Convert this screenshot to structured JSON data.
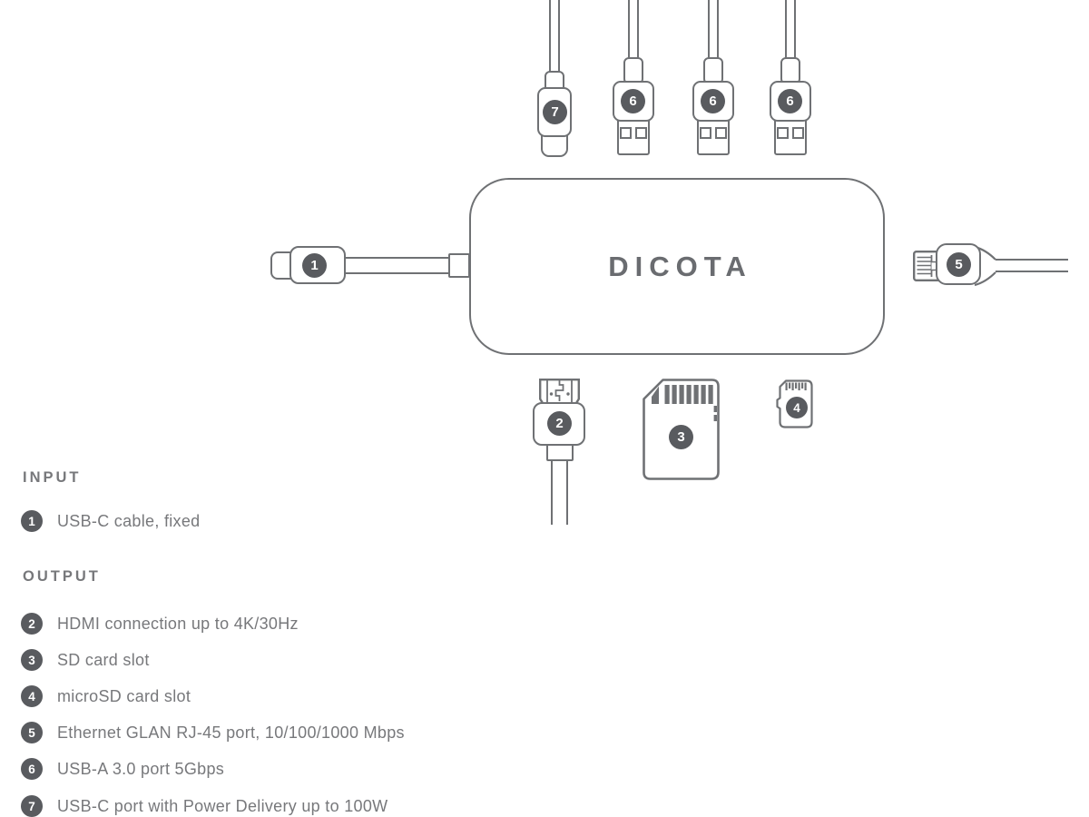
{
  "brand": {
    "logo": "DICOTA"
  },
  "diagram": {
    "ports": {
      "input_usb_c": "1",
      "hdmi": "2",
      "sd": "3",
      "micro_sd": "4",
      "ethernet": "5",
      "usb_a": "6",
      "usb_c_pd": "7"
    }
  },
  "legend": {
    "input": {
      "heading": "INPUT",
      "items": [
        {
          "number": "1",
          "label": "USB-C cable, fixed"
        }
      ]
    },
    "output": {
      "heading": "OUTPUT",
      "items": [
        {
          "number": "2",
          "label": "HDMI connection up to 4K/30Hz"
        },
        {
          "number": "3",
          "label": "SD card slot"
        },
        {
          "number": "4",
          "label": "microSD card slot"
        },
        {
          "number": "5",
          "label": "Ethernet GLAN RJ-45 port, 10/100/1000 Mbps"
        },
        {
          "number": "6",
          "label": "USB-A 3.0 port 5Gbps"
        },
        {
          "number": "7",
          "label": "USB-C port with Power Delivery up to 100W"
        }
      ]
    }
  },
  "colors": {
    "outline": "#6f7174",
    "badge": "#595b5f",
    "text": "#77787b",
    "logo": "#6a6c70"
  }
}
